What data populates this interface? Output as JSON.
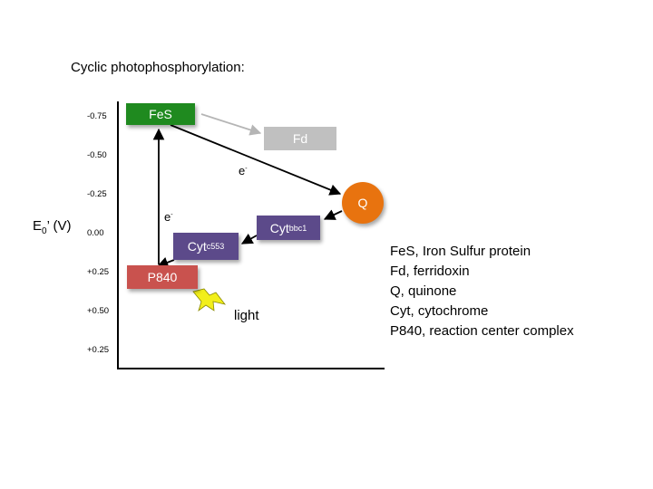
{
  "title": "Cyclic photophosphorylation:",
  "axis": {
    "label_main": "E",
    "label_sub": "0",
    "label_rest": "’ (V)",
    "ticks": [
      "-0.75",
      "-0.50",
      "-0.25",
      "0.00",
      "+0.25",
      "+0.50",
      "+0.25"
    ]
  },
  "nodes": {
    "fes": {
      "label": "FeS",
      "color": "#1f8a1f"
    },
    "fd": {
      "label": "Fd",
      "color": "#c0c0c0"
    },
    "q": {
      "label": "Q",
      "color": "#e8730f"
    },
    "cytbbc1": {
      "label": "Cyt",
      "sub": "bbc1",
      "color": "#5c4a8a"
    },
    "cytc553": {
      "label": "Cyt",
      "sub": "c553",
      "color": "#5c4a8a"
    },
    "p840": {
      "label": "P840",
      "color": "#c9524e"
    }
  },
  "electron_labels": {
    "diag_base": "e",
    "diag_sup": "-",
    "vert_base": "e",
    "vert_sup": "-"
  },
  "light_label": "light",
  "legend": [
    "FeS, Iron Sulfur protein",
    "Fd, ferridoxin",
    "Q, quinone",
    "Cyt, cytochrome",
    "P840, reaction center complex"
  ],
  "colors": {
    "arrow": "#000000",
    "fd_arrow": "#b5b5b5",
    "lightning": "#f2ef1b"
  }
}
